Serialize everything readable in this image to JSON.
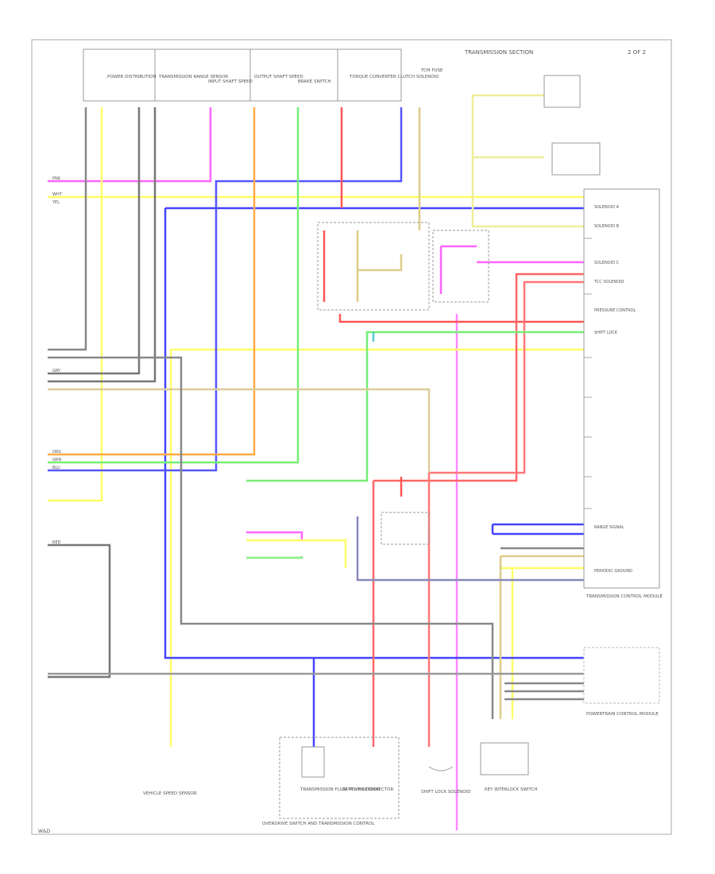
{
  "header": {
    "section_label": "TRANSMISSION SECTION",
    "page_ref": "2 OF 2"
  },
  "colors": {
    "pink": "#ff66ff",
    "yellow": "#ffff66",
    "blue": "#4444ff",
    "red": "#ff5555",
    "green": "#77ee77",
    "orange": "#ffaa44",
    "tan": "#ddcc88",
    "gray": "#777777",
    "purple": "#8866dd",
    "teal": "#55cccc",
    "black": "#333333"
  },
  "top_modules": [
    "POWER DISTRIBUTION",
    "TRANSMISSION RANGE SENSOR",
    "INPUT SHAFT SPEED",
    "OUTPUT SHAFT SPEED",
    "BRAKE SWITCH",
    "TORQUE CONVERTER CLUTCH SOLENOID",
    "TCM FUSE"
  ],
  "right_connector": {
    "title": "TRANSMISSION CONTROL MODULE",
    "pins": [
      "SOLENOID A",
      "SOLENOID B",
      "SOLENOID C",
      "TCC SOLENOID",
      "PRESSURE CONTROL",
      "SHIFT LOCK",
      "RANGE SIGNAL",
      "PERIODIC GROUND"
    ]
  },
  "lower_right_module": "POWERTRAIN CONTROL MODULE",
  "left_labels": [
    "PNK",
    "WHT",
    "YEL",
    "BLU",
    "ORG",
    "GRN",
    "GRY",
    "RED"
  ],
  "bottom_components": [
    "VEHICLE SPEED SENSOR",
    "TRANSMISSION FLUID TEMP SENSOR",
    "SHIFT LOCK SOLENOID",
    "DATA LINK CONNECTOR",
    "KEY INTERLOCK SWITCH"
  ],
  "bottom_note": "OVERDRIVE SWITCH AND TRANSMISSION CONTROL",
  "footer": "W&D"
}
